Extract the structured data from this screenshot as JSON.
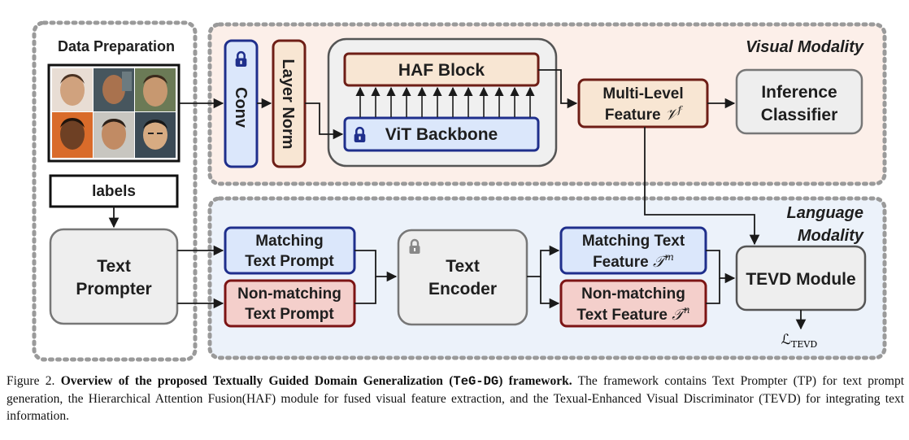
{
  "regions": {
    "data_preparation": "Data Preparation",
    "visual_modality": "Visual Modality",
    "language_modality_1": "Language",
    "language_modality_2": "Modality"
  },
  "blocks": {
    "labels": "labels",
    "text_prompter_1": "Text",
    "text_prompter_2": "Prompter",
    "conv": "Conv",
    "layer_norm": "Layer Norm",
    "haf_block": "HAF Block",
    "vit_backbone": "ViT Backbone",
    "multi_level_1": "Multi-Level",
    "multi_level_2": "Feature",
    "multi_level_sym": "𝒱",
    "multi_level_sup": "f",
    "inference_1": "Inference",
    "inference_2": "Classifier",
    "matching_prompt_1": "Matching",
    "matching_prompt_2": "Text Prompt",
    "nonmatching_prompt_1": "Non-matching",
    "nonmatching_prompt_2": "Text Prompt",
    "text_encoder_1": "Text",
    "text_encoder_2": "Encoder",
    "matching_feat_1": "Matching Text",
    "matching_feat_2": "Feature",
    "matching_feat_sym": "𝒯",
    "matching_feat_sup": "m",
    "nonmatching_feat_1": "Non-matching",
    "nonmatching_feat_2": "Text Feature",
    "nonmatching_feat_sym": "𝒯",
    "nonmatching_feat_sup": "n",
    "tevd": "TEVD Module",
    "loss_sym": "ℒ",
    "loss_sub": "TEVD"
  },
  "caption": {
    "figure_label": "Figure 2.",
    "title_a": "Overview of the proposed Textually Guided Domain Generalization (",
    "title_code": "TeG-DG",
    "title_b": ") framework.",
    "body": "The framework contains Text Prompter (TP) for text prompt generation, the Hierarchical Attention Fusion(HAF) module for fused visual feature extraction, and the Texual-Enhanced Visual Discriminator (TEVD) for integrating text information."
  },
  "colors": {
    "visual_bg": "#fcefe9",
    "language_bg": "#ecf2fa",
    "blue_fill": "#dbe7fb",
    "blue_stroke": "#1f2f8c",
    "brown_fill": "#f8e6d3",
    "brown_stroke": "#6e1e16",
    "red_fill": "#f4cfcb",
    "red_stroke": "#7c1414",
    "gray_fill": "#eeeeee",
    "gray_stroke": "#777777",
    "dash_stroke": "#9a9a9a"
  },
  "icons": [
    "lock-icon",
    "face-photo"
  ]
}
